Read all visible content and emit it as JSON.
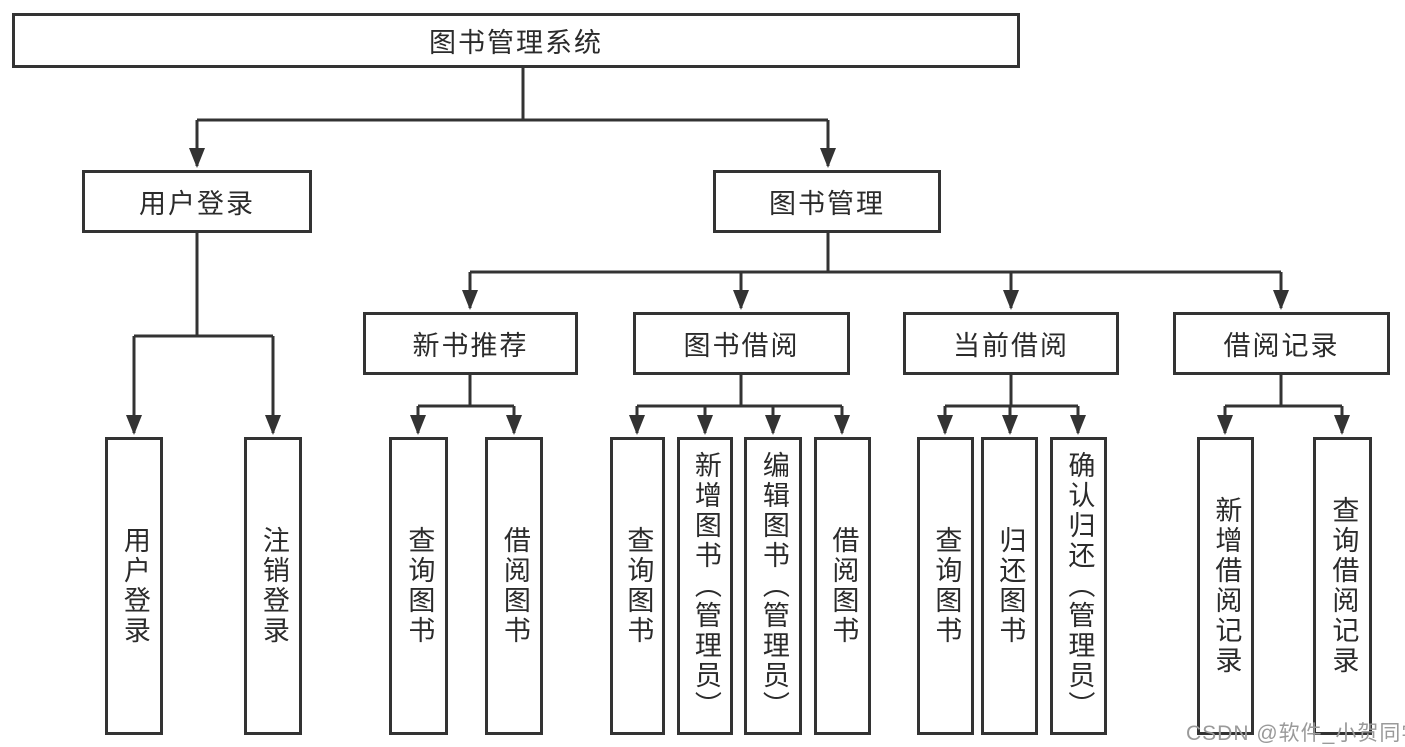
{
  "diagram": {
    "root": "图书管理系统",
    "level2": {
      "user_login": "用户登录",
      "book_management": "图书管理"
    },
    "level3": {
      "new_book": "新书推荐",
      "book_borrow": "图书借阅",
      "current_borrow": "当前借阅",
      "borrow_record": "借阅记录"
    },
    "leaves": {
      "user_login": [
        "用户登录",
        "注销登录"
      ],
      "new_book": [
        "查询图书",
        "借阅图书"
      ],
      "book_borrow": [
        "查询图书",
        "新增图书（管理员）",
        "编辑图书（管理员）",
        "借阅图书"
      ],
      "current_borrow": [
        "查询图书",
        "归还图书",
        "确认归还（管理员）"
      ],
      "borrow_record": [
        "新增借阅记录",
        "查询借阅记录"
      ]
    }
  },
  "watermark": "CSDN @软件_小贺同学",
  "colors": {
    "line": "#333333",
    "text": "#2b2b2b",
    "watermark": "#9a9a9a",
    "background": "#ffffff"
  }
}
